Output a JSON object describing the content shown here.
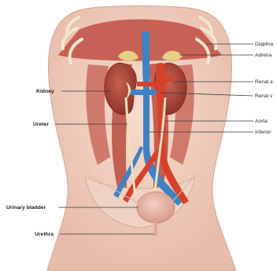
{
  "labels": {
    "left": {
      "kidney": "Kidney",
      "ureter": "Ureter",
      "urinary_bladder": "Urinary bladder",
      "urethra": "Urethra"
    },
    "right": {
      "diaphragm": "Diaphra",
      "adrenal_gland": "Adrena",
      "renal_artery": "Renal a",
      "renal_vein": "Renal v",
      "aorta": "Aorta",
      "inferior_vena_cava": "Inferior"
    }
  },
  "colors": {
    "skin": "#f1cfc0",
    "skin_shade": "#e3b3a2",
    "muscle": "#c8564a",
    "kidney": "#b24a3e",
    "artery": "#d9402a",
    "vein": "#3f82c4",
    "bladder": "#e7b2a6",
    "bone": "#f4ead6",
    "ureter": "#efe0bd"
  }
}
